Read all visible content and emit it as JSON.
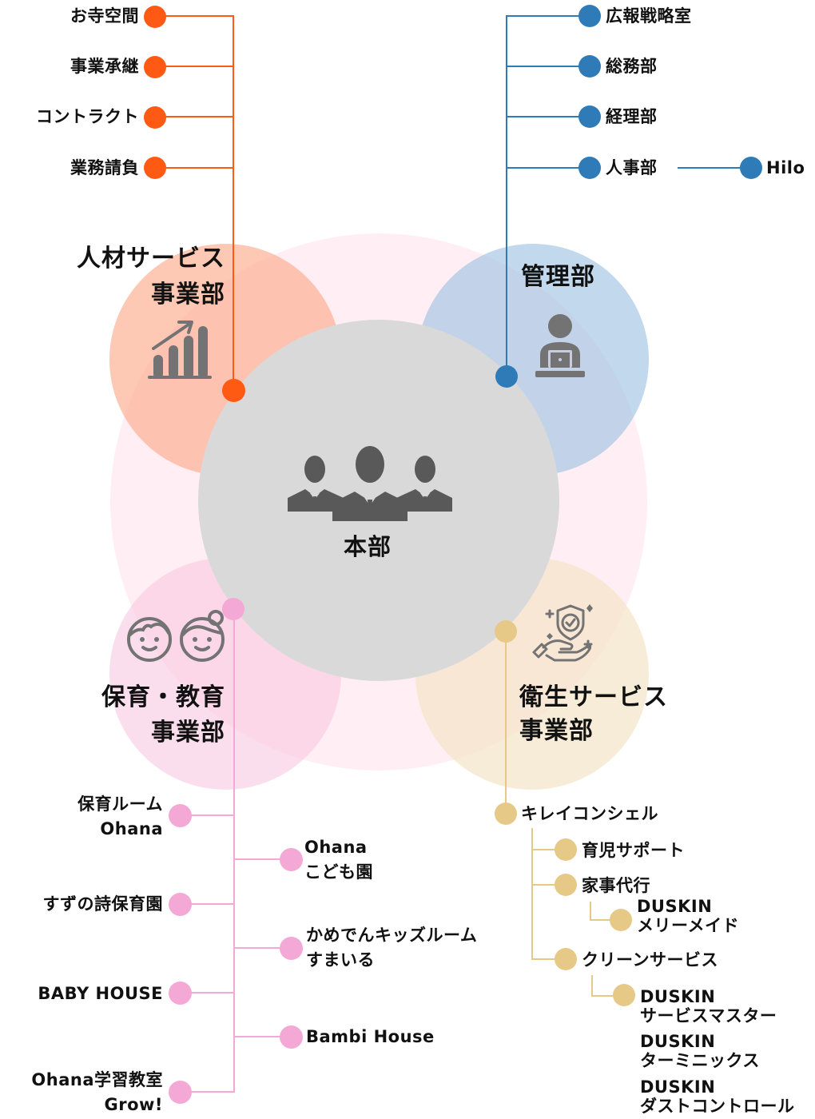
{
  "center": {
    "label": "本部",
    "icon": "business-team-icon"
  },
  "divisions": {
    "hr_services": {
      "title_line1": "人材サービス",
      "title_line2": "事業部",
      "icon": "growth-chart-icon",
      "color": "#ff5a14",
      "circle_color": "#fcc3ad",
      "items": [
        {
          "label": "お寺空間"
        },
        {
          "label": "事業承継"
        },
        {
          "label": "コントラクト"
        },
        {
          "label": "業務請負"
        }
      ]
    },
    "management": {
      "title": "管理部",
      "icon": "person-laptop-icon",
      "color": "#2f7bb8",
      "circle_color": "#c2d8ec",
      "items": [
        {
          "label": "広報戦略室"
        },
        {
          "label": "総務部"
        },
        {
          "label": "経理部"
        },
        {
          "label": "人事部",
          "child": "Hilo"
        }
      ]
    },
    "childcare": {
      "title_line1": "保育・教育",
      "title_line2": "事業部",
      "icon": "children-faces-icon",
      "color": "#f4a8d6",
      "circle_color": "#f9dbe9",
      "left_items": [
        {
          "line1": "保育ルーム",
          "line2": "Ohana"
        },
        {
          "line1": "すずの詩保育園"
        },
        {
          "line1": "BABY HOUSE"
        },
        {
          "line1": "Ohana学習教室",
          "line2": "Grow!"
        }
      ],
      "right_items": [
        {
          "line1": "Ohana",
          "line2": "こども園"
        },
        {
          "line1": "かめでんキッズルーム",
          "line2": "すまいる"
        },
        {
          "line1": "Bambi House"
        }
      ]
    },
    "sanitation": {
      "title_line1": "衛生サービス",
      "title_line2": "事業部",
      "icon": "hand-shield-icon",
      "color": "#e6c987",
      "circle_color": "#f6ebd6",
      "root": "キレイコンシェル",
      "items": [
        {
          "label": "育児サポート"
        },
        {
          "label": "家事代行",
          "children": [
            {
              "line1": "DUSKIN",
              "line2": "メリーメイド"
            }
          ]
        },
        {
          "label": "クリーンサービス",
          "children": [
            {
              "line1": "DUSKIN",
              "line2": "サービスマスター"
            },
            {
              "line1": "DUSKIN",
              "line2": "ターミニックス"
            },
            {
              "line1": "DUSKIN",
              "line2": "ダストコントロール"
            }
          ]
        }
      ]
    }
  }
}
